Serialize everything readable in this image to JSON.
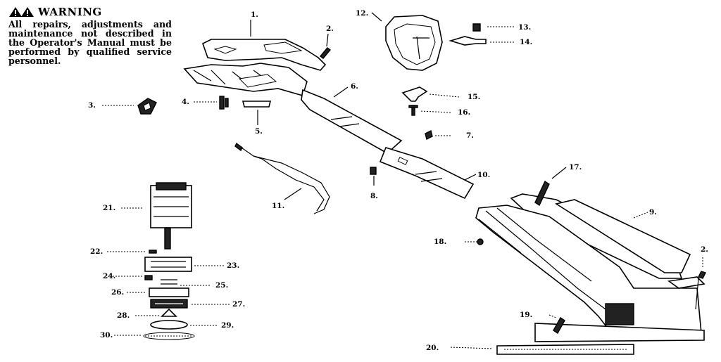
{
  "warning": {
    "heading": "WARNING",
    "text": "All repairs, adjustments and maintenance not described in the Operator's Manual must be performed by qualified service personnel."
  },
  "callouts": [
    {
      "id": "c1",
      "label": "1."
    },
    {
      "id": "c2a",
      "label": "2."
    },
    {
      "id": "c2b",
      "label": "2."
    },
    {
      "id": "c3",
      "label": "3."
    },
    {
      "id": "c4",
      "label": "4."
    },
    {
      "id": "c5",
      "label": "5."
    },
    {
      "id": "c6",
      "label": "6."
    },
    {
      "id": "c7",
      "label": "7."
    },
    {
      "id": "c8",
      "label": "8."
    },
    {
      "id": "c9",
      "label": "9."
    },
    {
      "id": "c10",
      "label": "10."
    },
    {
      "id": "c11",
      "label": "11."
    },
    {
      "id": "c12",
      "label": "12."
    },
    {
      "id": "c13",
      "label": "13."
    },
    {
      "id": "c14",
      "label": "14."
    },
    {
      "id": "c15",
      "label": "15."
    },
    {
      "id": "c16",
      "label": "16."
    },
    {
      "id": "c17",
      "label": "17."
    },
    {
      "id": "c18",
      "label": "18."
    },
    {
      "id": "c19",
      "label": "19."
    },
    {
      "id": "c20",
      "label": "20."
    },
    {
      "id": "c21",
      "label": "21."
    },
    {
      "id": "c22",
      "label": "22."
    },
    {
      "id": "c23",
      "label": "23."
    },
    {
      "id": "c24",
      "label": "24."
    },
    {
      "id": "c25",
      "label": "25."
    },
    {
      "id": "c26",
      "label": "26."
    },
    {
      "id": "c27",
      "label": "27."
    },
    {
      "id": "c28",
      "label": "28."
    },
    {
      "id": "c29",
      "label": "29."
    },
    {
      "id": "c30",
      "label": "30."
    }
  ]
}
